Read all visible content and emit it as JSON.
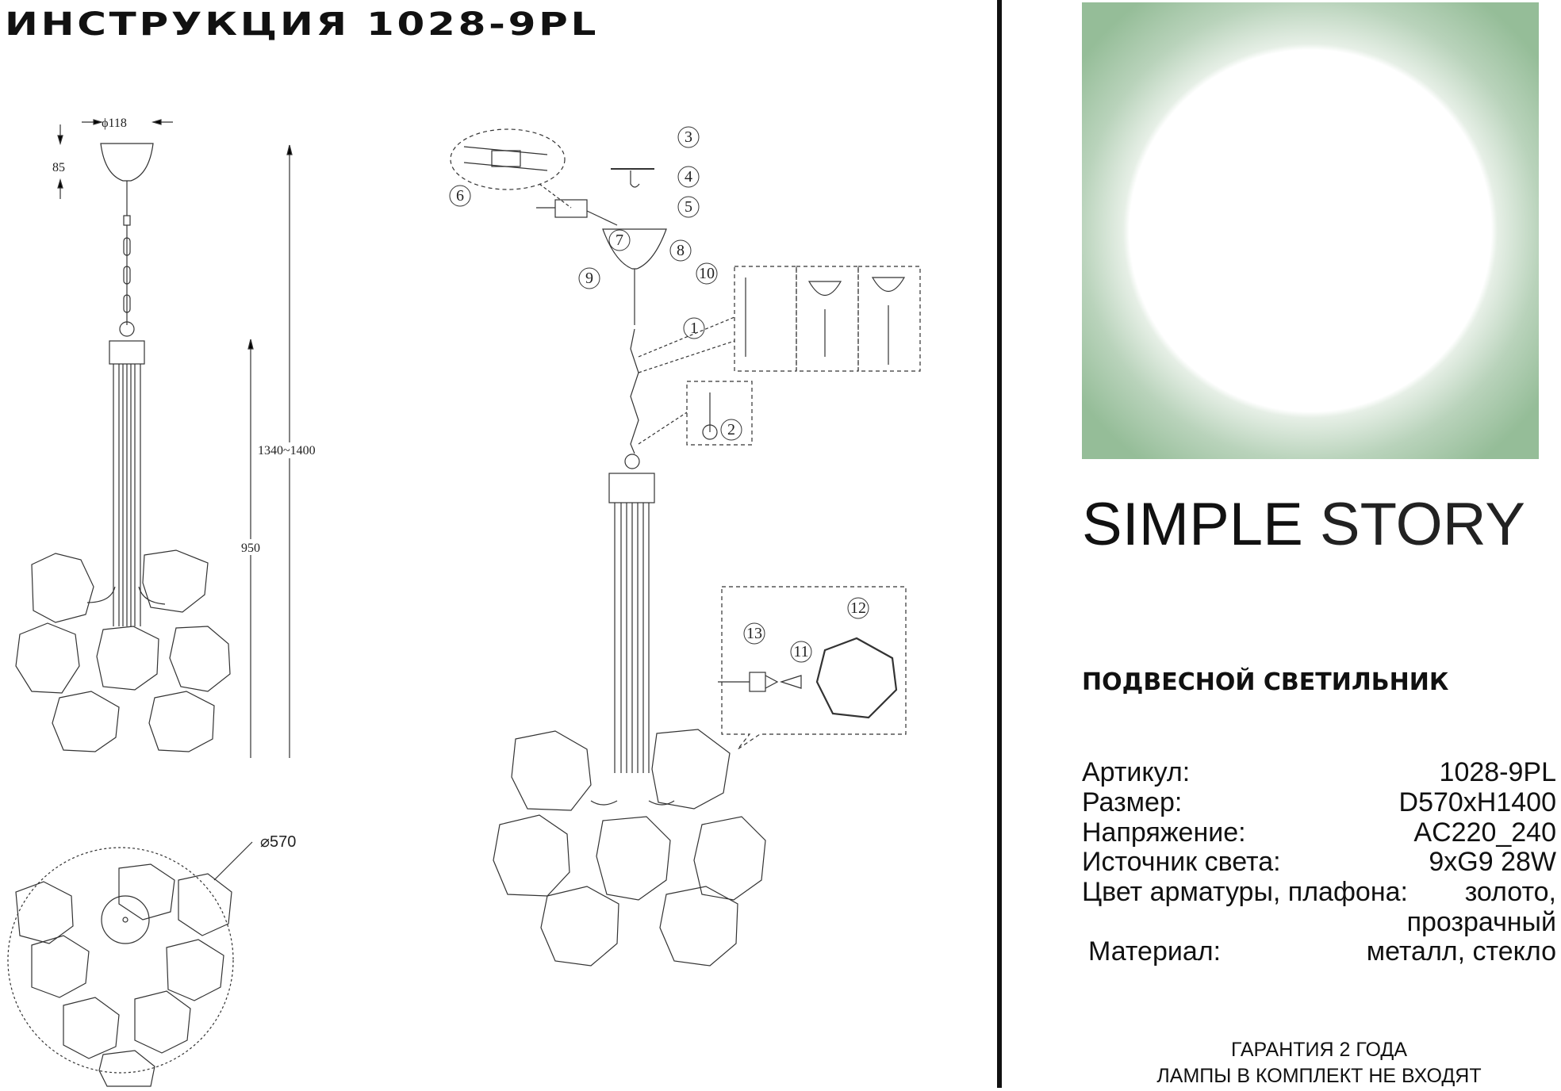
{
  "title": "ИНСТРУКЦИЯ 1028-9PL",
  "dimensions": {
    "canopy_diameter": "ϕ118",
    "canopy_height": "85",
    "total_height": "1340~1400",
    "body_height": "950",
    "diameter": "⌀570"
  },
  "steps": [
    "1",
    "2",
    "3",
    "4",
    "5",
    "6",
    "7",
    "8",
    "9",
    "10",
    "11",
    "12",
    "13"
  ],
  "brand": {
    "bold": "SIMPLE",
    "light": "STORY",
    "panel_color": "#95bd98"
  },
  "product_type": "ПОДВЕСНОЙ СВЕТИЛЬНИК",
  "specs": [
    {
      "label": "Артикул:",
      "value": "1028-9PL"
    },
    {
      "label": "Размер:",
      "value": "D570xH1400"
    },
    {
      "label": "Напряжение:",
      "value": "AC220_240"
    },
    {
      "label": "Источник света:",
      "value": "9xG9 28W"
    },
    {
      "label": "Цвет арматуры, плафона:",
      "value": "золото,"
    },
    {
      "label": "",
      "value": "прозрачный"
    },
    {
      "label": "Материал:",
      "value": "металл, стекло"
    }
  ],
  "footer": {
    "warranty": "ГАРАНТИЯ 2 ГОДА",
    "lamps": "ЛАМПЫ В КОМПЛЕКТ НЕ ВХОДЯТ"
  }
}
